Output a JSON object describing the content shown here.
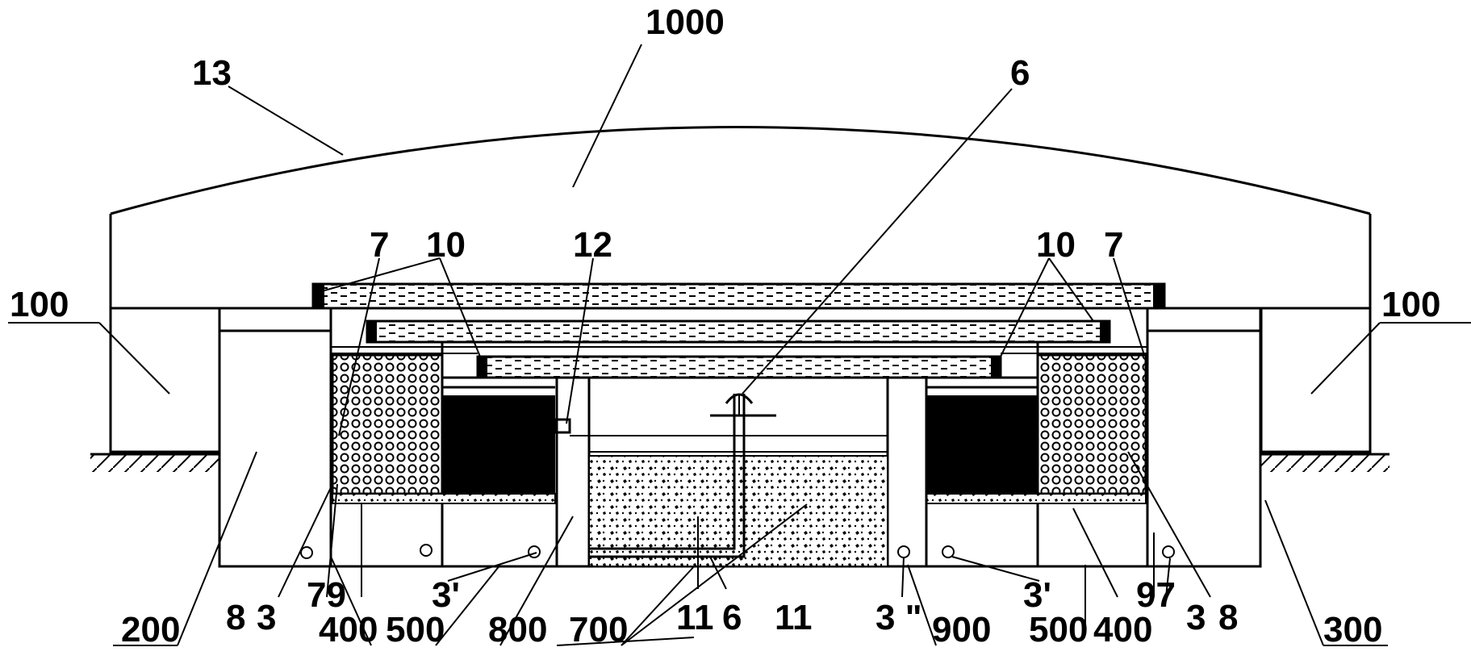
{
  "labels": {
    "l1000": "1000",
    "l13": "13",
    "l6_top": "6",
    "l100_left": "100",
    "l100_right": "100",
    "l7_left": "7",
    "l10_left": "10",
    "l12": "12",
    "l10_right": "10",
    "l7_right": "7",
    "l200": "200",
    "l8_left": "8",
    "l3_left": "3",
    "l79": "79",
    "l400_left": "400",
    "l3p_left": "3'",
    "l500_left": "500",
    "l800": "800",
    "l700": "700",
    "l11_left": "11",
    "l6_bottom": "6",
    "l11_right": "11",
    "l3pp": "3 \"",
    "l900": "900",
    "l3p_right": "3'",
    "l500_right": "500",
    "l400_right": "400",
    "l97": "97",
    "l3_right": "3",
    "l8_right": "8",
    "l300": "300"
  },
  "colors": {
    "stroke": "#000000",
    "background": "#ffffff",
    "black_fill": "#000000"
  }
}
